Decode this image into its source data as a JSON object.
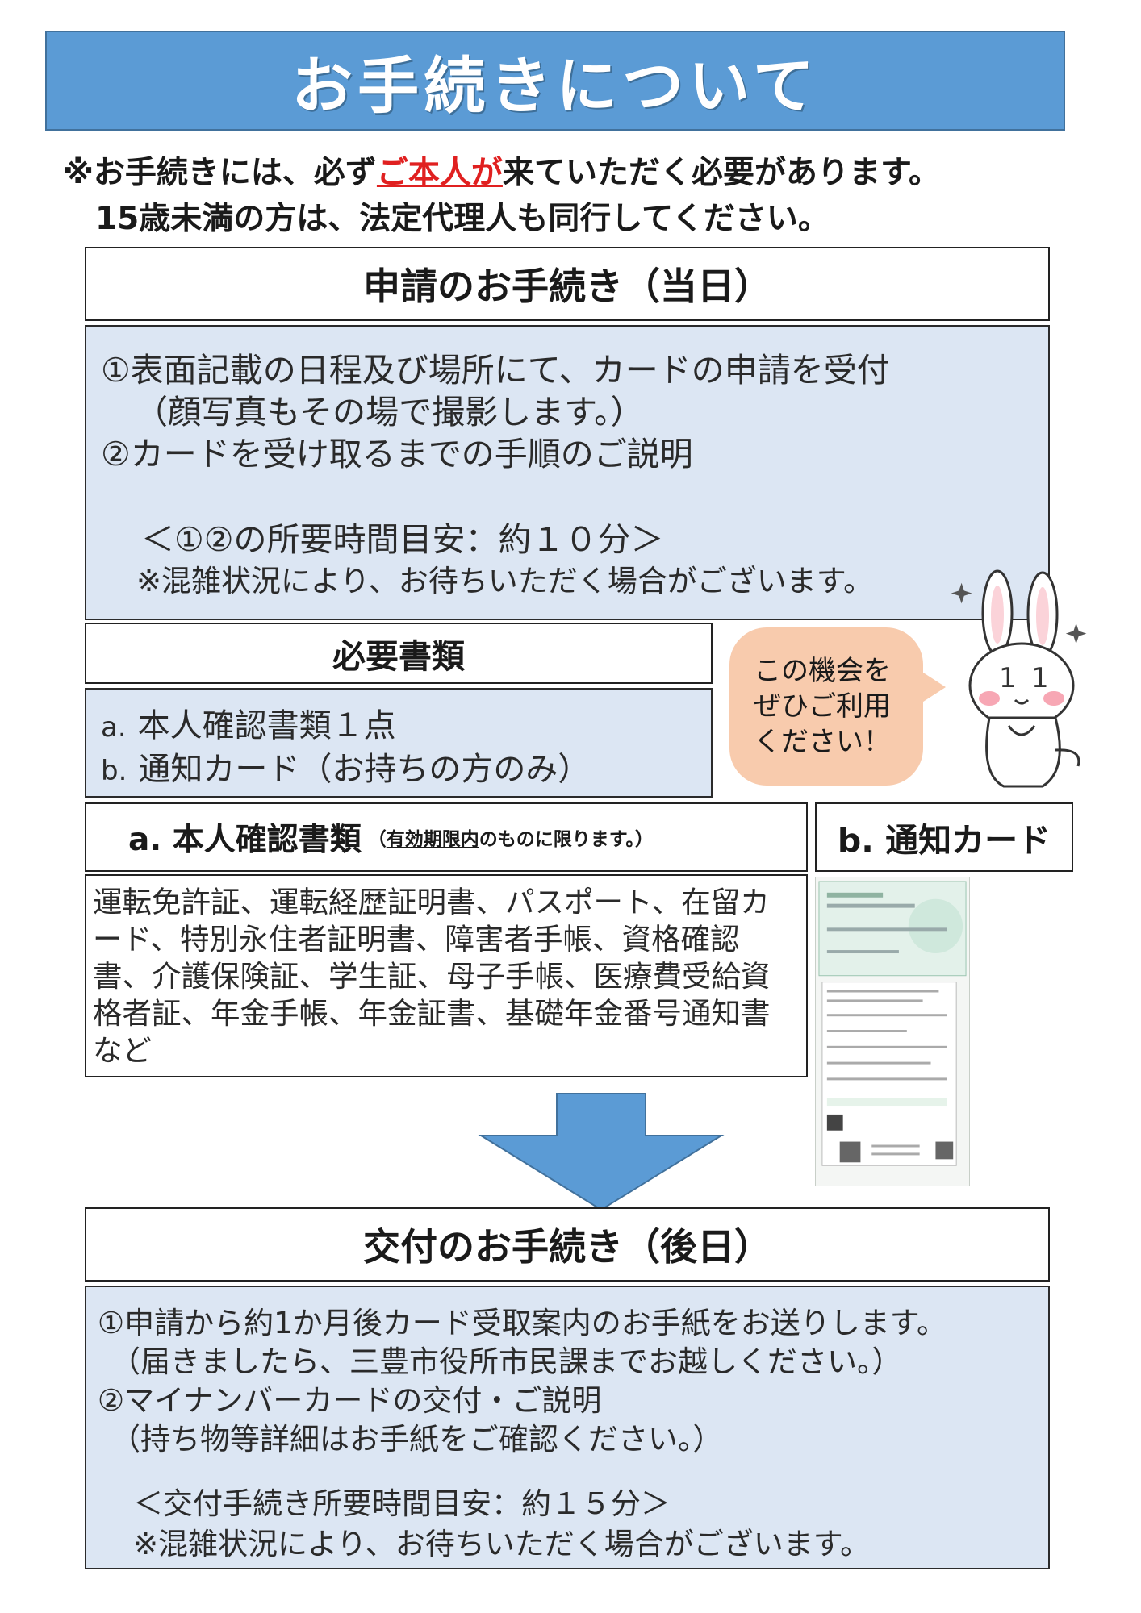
{
  "banner": {
    "title": "お手続きについて"
  },
  "notice": {
    "line1_before": "※お手続きには、必ず",
    "line1_emph": "ご本人が",
    "line1_after": "来ていただく必要があります。",
    "line2": "15歳未満の方は、法定代理人も同行してください。"
  },
  "application": {
    "heading": "申請のお手続き（当日）",
    "lines": [
      "①表面記載の日程及び場所にて、カードの申請を受付",
      "（顔写真もその場で撮影します。）",
      "②カードを受け取るまでの手順のご説明",
      "＜①②の所要時間目安：約１０分＞",
      "※混雑状況により、お待ちいただく場合がございます。"
    ]
  },
  "documents": {
    "heading": "必要書類",
    "items": [
      {
        "marker": "a.",
        "text": "本人確認書類１点"
      },
      {
        "marker": "b.",
        "text": "通知カード（お持ちの方のみ）"
      }
    ]
  },
  "bubble": {
    "lines": [
      "この機会を",
      "ぜひご利用",
      "ください！"
    ]
  },
  "id_docs": {
    "heading": "a. 本人確認書類",
    "sub_open": "（",
    "sub_underlined": "有効期限内",
    "sub_rest": "のものに限ります。）",
    "text": "運転免許証、運転経歴証明書、パスポート、在留カード、特別永住者証明書、障害者手帳、資格確認書、介護保険証、学生証、母子手帳、医療費受給資格者証、年金手帳、年金証書、基礎年金番号通知書など"
  },
  "notification_card": {
    "heading": "b. 通知カード"
  },
  "delivery": {
    "heading": "交付のお手続き（後日）",
    "lines": [
      "①申請から約1か月後カード受取案内のお手紙をお送りします。",
      "（届きましたら、三豊市役所市民課までお越しください。）",
      "②マイナンバーカードの交付・ご説明",
      "（持ち物等詳細はお手紙をご確認ください。）",
      "＜交付手続き所要時間目安：約１５分＞",
      "※混雑状況により、お待ちいただく場合がございます。"
    ]
  },
  "colors": {
    "banner": "#5b9bd5",
    "box_fill": "#dce6f3",
    "bubble": "#f8cbad",
    "emphasis": "#e02020",
    "arrow": "#5b9bd5"
  }
}
